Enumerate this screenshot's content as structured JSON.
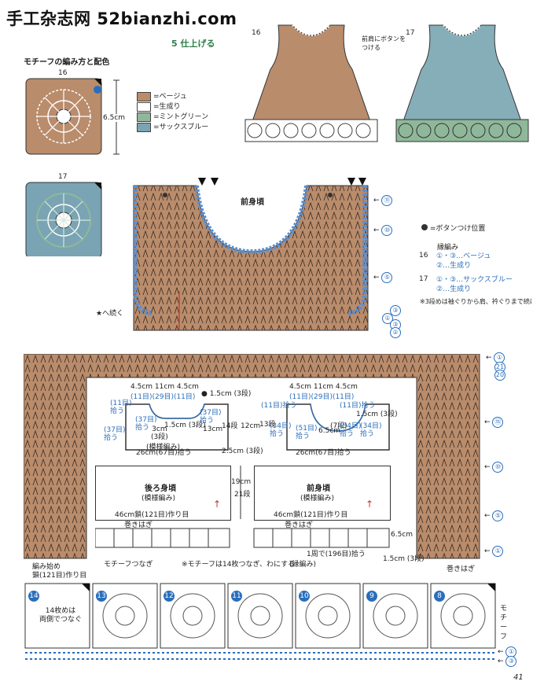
{
  "site_header": "手工杂志网 52bianzhi.com",
  "section_title": "5 仕上げる",
  "motif_title": "モチーフの編み方と配色",
  "motif_16_num": "16",
  "motif_17_num": "17",
  "motif_size": "6.5cm",
  "color_legend": [
    {
      "label": "=ベージュ",
      "color": "#b98c6c"
    },
    {
      "label": "=生成り",
      "color": "#ffffff"
    },
    {
      "label": "=ミントグリーン",
      "color": "#8fb89a"
    },
    {
      "label": "=サックスブルー",
      "color": "#7aa4b4"
    }
  ],
  "dress16_num": "16",
  "dress17_num": "17",
  "dress_note": "前肩にボタンを\nつける",
  "front_body_label": "前身頃",
  "button_legend": "=ボタンつけ位置",
  "edging_title": "縁編み",
  "edging_16_num": "16",
  "edging_16_rows": [
    "①・③…ベージュ",
    "②…生成り"
  ],
  "edging_17_num": "17",
  "edging_17_rows": [
    "①・③…サックスブルー",
    "②…生成り"
  ],
  "edging_note": "※3段めは袖ぐりから肩、衿ぐりまで続ける",
  "continue_label": "★へ続く",
  "round_markers_right": [
    "⑪",
    "⑩",
    "⑤",
    "③",
    "①",
    "③",
    "②"
  ],
  "frame_markers": [
    "①",
    "21",
    "20",
    "⑮",
    "⑩",
    "⑤",
    "①"
  ],
  "back_body": {
    "title": "後ろ身頃",
    "subtitle": "(模様編み)",
    "top_widths": "4.5cm 11cm 4.5cm",
    "top_counts": "(11目)(29目)(11目)",
    "left_shoulder": "(11目)\n拾う",
    "left_armhole": "(37目)\n拾う",
    "inner_left": "(37目)\n拾う",
    "inner_right": "(37目)\n拾う",
    "neck_depth": "3cm\n(3段)",
    "neck_rows": "1.5cm (3段)",
    "pattern": "(模様編み)",
    "bottom_width": "26cm(67目)拾う",
    "armhole_height": "13cm",
    "armhole_rows": "14段",
    "shoulder_edge": "1.5cm (3段)",
    "edge_bottom": "2.5cm (3段)",
    "chain": "46cm鎖(121目)作り目"
  },
  "front_body": {
    "title": "前身頃",
    "subtitle": "(模様編み)",
    "top_widths": "4.5cm 11cm 4.5cm",
    "top_counts": "(11目)(29目)(11目)",
    "left_shoulder": "(11目)拾う",
    "right_shoulder": "(11目)拾う",
    "neck_depth": "6.5cm",
    "neck_rows": "(7段)",
    "left_pick": "(51目)\n拾う",
    "right_pick": "(34目)\n拾う",
    "left_armhole": "(34目)\n拾う",
    "right_armhole": "(34目)\n拾う",
    "side_rows": "1.5cm (3段)",
    "height_left": "12cm",
    "height_rows": "13段",
    "bottom_width": "26cm(67目)拾う",
    "chain": "46cm鎖(121目)作り目"
  },
  "body_height": "19cm",
  "body_rows": "21段",
  "whip_stitch_1": "巻きはぎ",
  "whip_stitch_2": "巻きはぎ",
  "whip_stitch_3": "巻きはぎ",
  "motif_join": "モチーフつなぎ",
  "motif_join_note": "※モチーフは14枚つなぎ、わにする",
  "edge_round": "1周で(196目)拾う",
  "edge_pattern": "(縁編み)",
  "edge_height": "6.5cm",
  "edge_bottom_rows": "1.5cm (3段)",
  "start_label": "編み始め\n鎖(121目)作り目",
  "motif_strip_nums": [
    "14",
    "13",
    "12",
    "11",
    "10",
    "9",
    "8"
  ],
  "motif_14_note": "14枚めは\n両側でつなぐ",
  "motif_side_label": "モチーフ",
  "strip_markers": [
    "①",
    "③"
  ],
  "page_number": "41"
}
